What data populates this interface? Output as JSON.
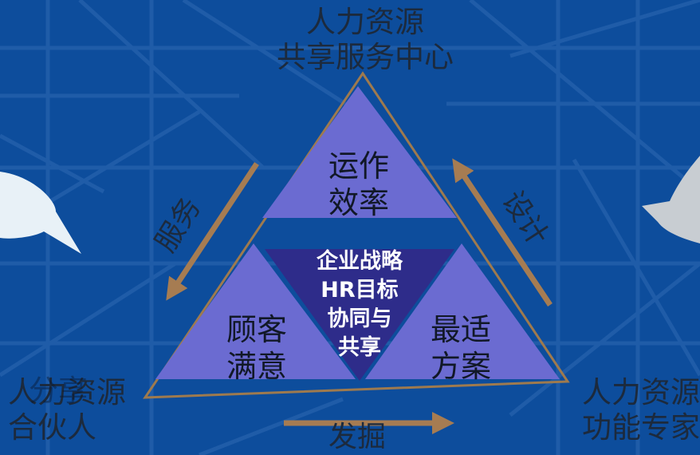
{
  "nodes": {
    "top": {
      "line1": "人力资源",
      "line2": "共享服务中心"
    },
    "bottom_left": {
      "line1": "人力资源",
      "line2": "合伙人",
      "ghost": "分享"
    },
    "bottom_right": {
      "line1": "人力资源",
      "line2": "功能专家"
    }
  },
  "triangles": {
    "top": {
      "line1": "运作",
      "line2": "效率"
    },
    "left": {
      "line1": "顾客",
      "line2": "满意"
    },
    "right": {
      "line1": "最适",
      "line2": "方案"
    },
    "center": {
      "line1": "企业战略",
      "line2": "HR目标",
      "line3": "协同与",
      "line4": "共享"
    }
  },
  "arrows": {
    "left": "服务",
    "right": "设计",
    "bottom": "发掘"
  },
  "colors": {
    "background": "#0d4d9c",
    "triangle_fill": "#6b6bd1",
    "center_fill": "#2e2c8a",
    "frame_line": "#9e7a4e",
    "arrow": "#a67c52",
    "text": "#1c2a3d"
  }
}
